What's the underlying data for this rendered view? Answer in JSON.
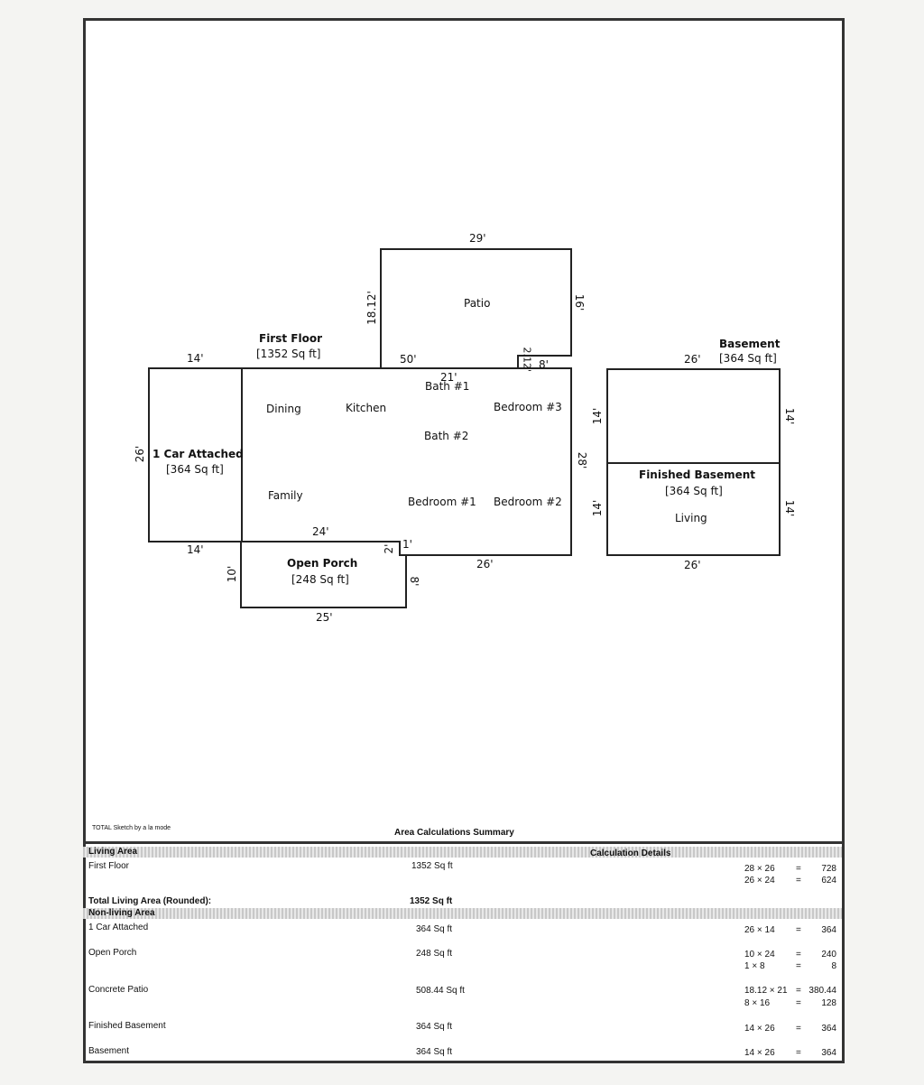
{
  "floor_plan": {
    "first_floor": {
      "title": "First Floor",
      "area": "[1352 Sq ft]"
    },
    "basement": {
      "title": "Basement",
      "area": "[364 Sq ft]"
    },
    "garage": {
      "title": "1 Car Attached",
      "area": "[364 Sq ft]"
    },
    "finished_basement": {
      "title": "Finished Basement",
      "area": "[364 Sq ft]"
    },
    "open_porch": {
      "title": "Open Porch",
      "area": "[248 Sq ft]"
    },
    "rooms": {
      "patio": "Patio",
      "dining": "Dining",
      "kitchen": "Kitchen",
      "bath1": "Bath #1",
      "bath2": "Bath #2",
      "bedroom3": "Bedroom #3",
      "family": "Family",
      "bedroom1": "Bedroom #1",
      "bedroom2": "Bedroom #2",
      "living": "Living"
    },
    "dims": {
      "patio_top": "29'",
      "patio_left": "18.12'",
      "patio_right": "16'",
      "garage_top": "14'",
      "garage_left": "26'",
      "garage_bottom": "14'",
      "house_top": "50'",
      "house_inner": "21'",
      "step_small": "2.12'",
      "step_8": "8'",
      "house_right": "28'",
      "house_bottom": "26'",
      "porch_top": "24'",
      "porch_2": "2'",
      "porch_1": "1'",
      "porch_left": "10'",
      "porch_right": "8'",
      "porch_bottom": "25'",
      "bsmt_top": "26'",
      "bsmt_left1": "14'",
      "bsmt_right1": "14'",
      "bsmt_left2": "14'",
      "bsmt_right2": "14'",
      "bsmt_bottom": "26'"
    }
  },
  "footer": {
    "credit": "TOTAL Sketch by a la mode",
    "summary_title": "Area Calculations Summary"
  },
  "table": {
    "living_header": "Living Area",
    "calc_header": "Calculation Details",
    "first_floor": {
      "label": "First Floor",
      "area": "1352 Sq ft",
      "calcs": [
        [
          "28 × 26",
          "=",
          "728"
        ],
        [
          "26 × 24",
          "=",
          "624"
        ]
      ]
    },
    "total_label": "Total Living Area (Rounded):",
    "total_value": "1352 Sq ft",
    "nonliving_header": "Non-living Area",
    "rows": [
      {
        "label": "1 Car Attached",
        "area": "364 Sq ft",
        "calcs": [
          [
            "26 × 14",
            "=",
            "364"
          ]
        ]
      },
      {
        "label": "Open Porch",
        "area": "248 Sq ft",
        "calcs": [
          [
            "10 × 24",
            "=",
            "240"
          ],
          [
            "1 × 8",
            "=",
            "8"
          ]
        ]
      },
      {
        "label": "Concrete Patio",
        "area": "508.44 Sq ft",
        "calcs": [
          [
            "18.12 × 21",
            "=",
            "380.44"
          ],
          [
            "8 × 16",
            "=",
            "128"
          ]
        ]
      },
      {
        "label": "Finished Basement",
        "area": "364 Sq ft",
        "calcs": [
          [
            "14 × 26",
            "=",
            "364"
          ]
        ]
      },
      {
        "label": "Basement",
        "area": "364 Sq ft",
        "calcs": [
          [
            "14 × 26",
            "=",
            "364"
          ]
        ]
      }
    ]
  }
}
